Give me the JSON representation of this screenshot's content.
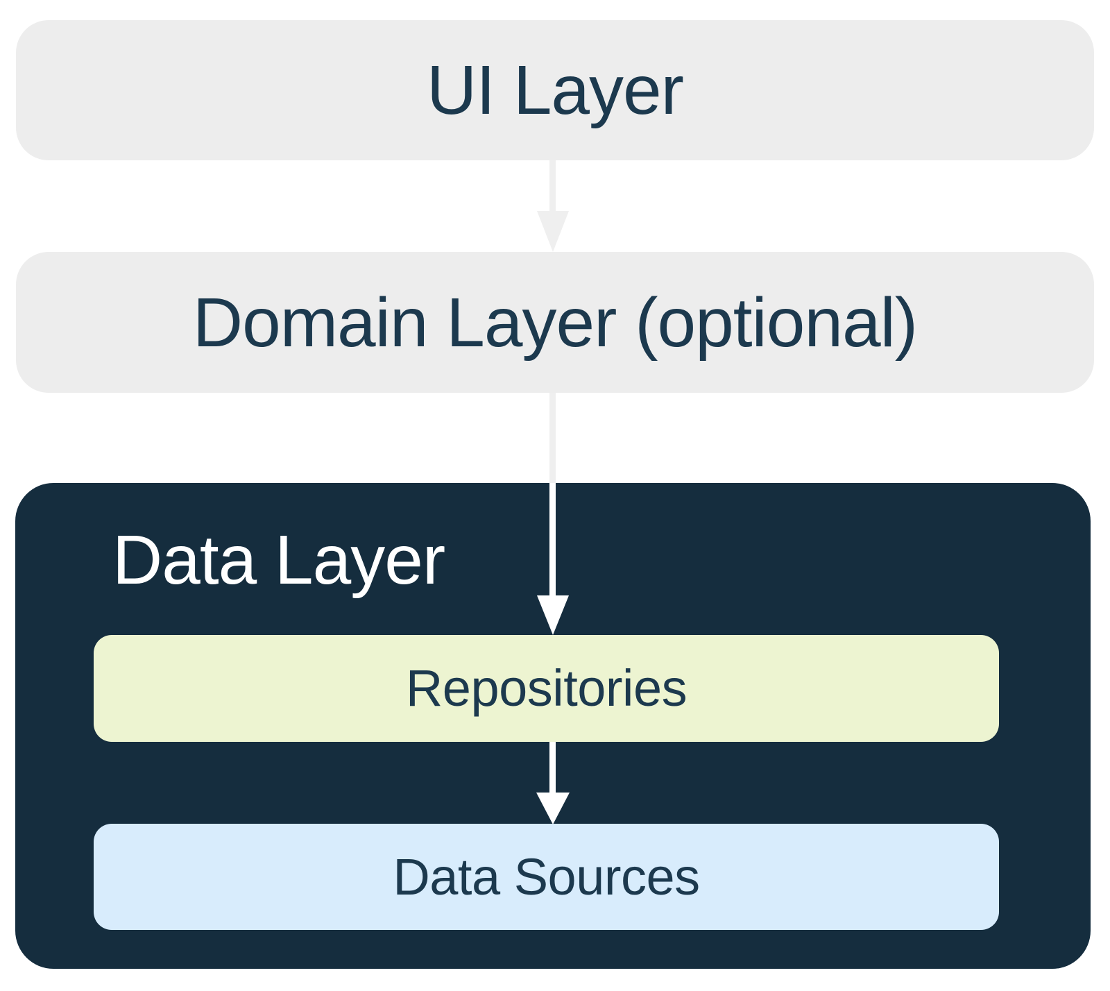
{
  "diagram": {
    "nodes": [
      {
        "id": "ui-layer",
        "label": "UI Layer"
      },
      {
        "id": "domain-layer",
        "label": "Domain Layer (optional)"
      },
      {
        "id": "data-layer",
        "label": "Data Layer"
      },
      {
        "id": "repositories",
        "label": "Repositories"
      },
      {
        "id": "data-sources",
        "label": "Data Sources"
      }
    ],
    "edges": [
      {
        "from": "ui-layer",
        "to": "domain-layer"
      },
      {
        "from": "domain-layer",
        "to": "repositories"
      },
      {
        "from": "repositories",
        "to": "data-sources"
      }
    ],
    "containment": [
      {
        "parent": "data-layer",
        "children": [
          "repositories",
          "data-sources"
        ]
      }
    ],
    "colors": {
      "background": "#FFFFFF",
      "layer_box_gray": "#EDEDED",
      "arrow_gray": "#EFEFEF",
      "data_layer_navy": "#152D3E",
      "repositories_green": "#EDF4D1",
      "data_sources_blue": "#D8ECFC",
      "text_dark": "#1C394E",
      "text_light": "#FFFFFF"
    }
  }
}
